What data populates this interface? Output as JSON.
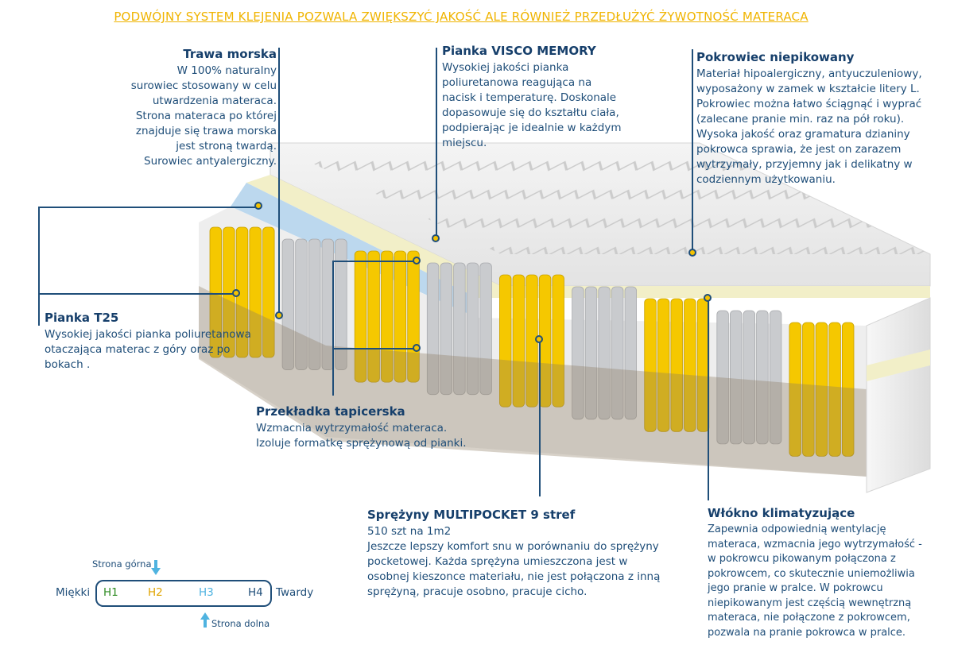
{
  "headline": "PODWÓJNY SYSTEM KLEJENIA POZWALA ZWIĘKSZYĆ JAKOŚĆ ALE RÓWNIEŻ PRZEDŁUŻYĆ ŻYWOTNOŚĆ MATERACA",
  "trawa": {
    "title": "Trawa morska",
    "lines": [
      "W 100% naturalny",
      "surowiec stosowany w celu",
      "utwardzenia materaca.",
      "Strona materaca po której",
      "znajduje się trawa morska",
      "jest stroną twardą.",
      "Surowiec antyalergiczny."
    ]
  },
  "visco": {
    "title": "Pianka VISCO MEMORY",
    "lines": [
      "Wysokiej jakości pianka",
      "poliuretanowa reagująca na",
      "nacisk i temperaturę. Doskonale",
      "dopasowuje się do kształtu ciała,",
      "podpierając je idealnie w każdym",
      "miejscu."
    ]
  },
  "pokrowiec": {
    "title": "Pokrowiec  niepikowany",
    "lines": [
      "Materiał hipoalergiczny, antyuczuleniowy,",
      "wyposażony w zamek w kształcie litery L.",
      "Pokrowiec można łatwo ściągnąć i wyprać",
      "(zalecane pranie min.  raz na pół roku).",
      "Wysoka jakość oraz gramatura dzianiny",
      "pokrowca sprawia, że jest on zarazem",
      "wytrzymały, przyjemny jak i delikatny w",
      "codziennym użytkowaniu."
    ]
  },
  "t25": {
    "title": "Pianka T25",
    "lines": [
      "Wysokiej jakości pianka poliuretanowa",
      "otaczająca materac z góry oraz po",
      "bokach ."
    ]
  },
  "przekladka": {
    "title": "Przekładka tapicerska",
    "lines": [
      "Wzmacnia wytrzymałość materaca.",
      "Izoluje formatkę sprężynową od pianki."
    ]
  },
  "sprezyny": {
    "title": "Sprężyny MULTIPOCKET  9 stref",
    "lines": [
      "510 szt na 1m2",
      "Jeszcze lepszy komfort snu w porównaniu do sprężyny",
      "pocketowej. Każda sprężyna umieszczona jest w",
      "osobnej kieszonce materiału, nie jest połączona z inną",
      "sprężyną, pracuje osobno, pracuje cicho."
    ]
  },
  "wlokno": {
    "title": "Włókno klimatyzujące",
    "lines": [
      "Zapewnia odpowiednią wentylację",
      "materaca, wzmacnia jego wytrzymałość -",
      "w pokrowcu pikowanym połączona z",
      "pokrowcem, co skutecznie uniemożliwia",
      "jego pranie w pralce. W pokrowcu",
      "niepikowanym jest częścią wewnętrzną",
      "materaca, nie połączone z pokrowcem,",
      "pozwala na pranie pokrowca w pralce."
    ]
  },
  "scale": {
    "left": "Miękki",
    "right": "Twardy",
    "top_side": "Strona górna",
    "bottom_side": "Strona dolna",
    "items": [
      {
        "label": "H1",
        "color": "#2e8b22"
      },
      {
        "label": "H2",
        "color": "#e0a400"
      },
      {
        "label": "H3",
        "color": "#4fb3e0"
      },
      {
        "label": "H4",
        "color": "#1f4e79"
      }
    ]
  },
  "colors": {
    "headline": "#f0b400",
    "text": "#1f4e79",
    "spring_yellow": "#f5c800",
    "spring_gray": "#c9cbce",
    "arrow": "#4fb3e0"
  },
  "spring_zones": [
    "yellow",
    "gray",
    "yellow",
    "gray",
    "yellow",
    "gray",
    "yellow",
    "gray",
    "yellow"
  ]
}
